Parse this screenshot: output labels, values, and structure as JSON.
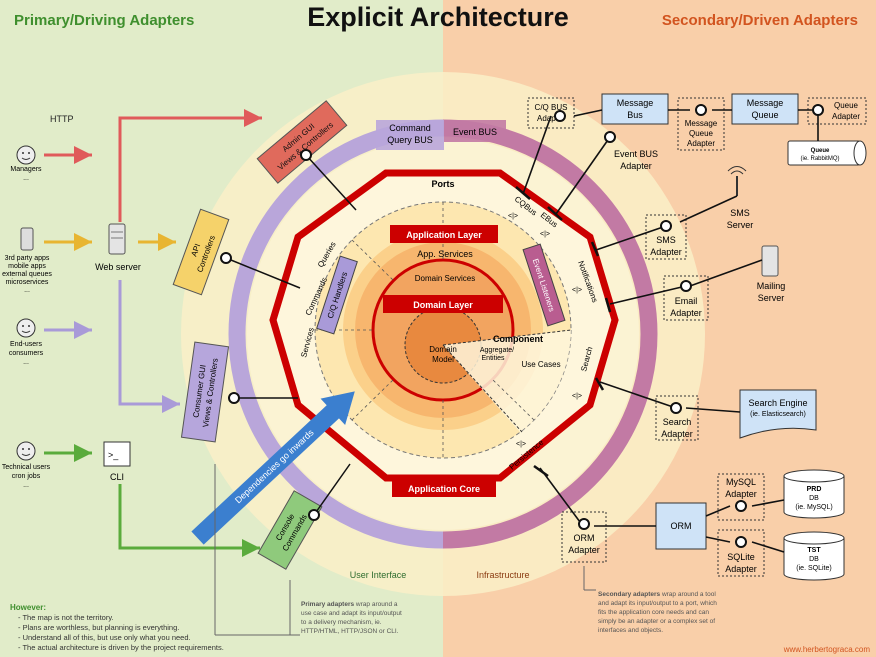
{
  "title": "Explicit Architecture",
  "left_heading": "Primary/Driving Adapters",
  "right_heading": "Secondary/Driven Adapters",
  "colors": {
    "left_bg": "#e1ecc9",
    "right_bg": "#f9cfa9",
    "left_heading": "#3f8f2e",
    "right_heading": "#d2541f",
    "ring_purple_left": "#b9a6da",
    "ring_purple_right": "#c27aa4",
    "red": "#cc0000",
    "arrow_blue": "#3b7fcf"
  },
  "actors": {
    "http_label": "HTTP",
    "managers": [
      "Managers",
      "..."
    ],
    "third_party": [
      "3rd party apps",
      "mobile apps",
      "external queues",
      "microservices",
      "..."
    ],
    "end_users": [
      "End-users",
      "consumers",
      "..."
    ],
    "technical": [
      "Technical users",
      "cron jobs",
      "..."
    ],
    "web_server": "Web server",
    "cli": "CLI"
  },
  "primary_adapters": {
    "admin_gui": [
      "Admin GUI",
      "Views & Controllers"
    ],
    "api": [
      "API",
      "Controllers"
    ],
    "consumer_gui": [
      "Consumer GUI",
      "Views & Controllers"
    ],
    "console": [
      "Console",
      "Commands"
    ]
  },
  "buses": {
    "command_query": [
      "Command",
      "Query BUS"
    ],
    "event": "Event BUS"
  },
  "core": {
    "ports": "Ports",
    "cqbus": "CQBus",
    "ebus": "EBus",
    "notifications": "Notifications",
    "search": "Search",
    "persistence": "Persistence",
    "services": "Services",
    "commands": "Commands",
    "queries": "Queries",
    "cq_handlers": "C/Q Handlers",
    "event_listeners": "Event Listeners",
    "application_layer": "Application Layer",
    "app_services": "App. Services",
    "domain_services": "Domain Services",
    "domain_layer": "Domain Layer",
    "domain_model": [
      "Domain",
      "Model"
    ],
    "component": "Component",
    "aggregate": [
      "Aggregate/",
      "Entities"
    ],
    "use_cases": "Use Cases",
    "application_core": "Application Core",
    "arrow_symbol": "<|>"
  },
  "dependencies_arrow": "Dependencies go inwards",
  "user_interface": "User Interface",
  "infrastructure": "Infrastructure",
  "secondary": {
    "cq_bus_adapter": [
      "C/Q BUS",
      "Adapter"
    ],
    "message_bus": [
      "Message",
      "Bus"
    ],
    "message_queue_adapter": [
      "Message",
      "Queue",
      "Adapter"
    ],
    "message_queue": [
      "Message",
      "Queue"
    ],
    "queue_adapter": [
      "Queue",
      "Adapter"
    ],
    "queue_db": [
      "Queue",
      "(ie. RabbitMQ)"
    ],
    "event_bus_adapter": [
      "Event BUS",
      "Adapter"
    ],
    "sms_server": [
      "SMS",
      "Server"
    ],
    "sms_adapter": [
      "SMS",
      "Adapter"
    ],
    "mailing_server": [
      "Mailing",
      "Server"
    ],
    "email_adapter": [
      "Email",
      "Adapter"
    ],
    "search_engine": [
      "Search Engine",
      "(ie. Elasticsearch)"
    ],
    "search_adapter": [
      "Search",
      "Adapter"
    ],
    "mysql_adapter": [
      "MySQL",
      "Adapter"
    ],
    "prd_db": [
      "PRD",
      "DB",
      "(ie. MySQL)"
    ],
    "orm": "ORM",
    "orm_adapter": [
      "ORM",
      "Adapter"
    ],
    "sqlite_adapter": [
      "SQLite",
      "Adapter"
    ],
    "tst_db": [
      "TST",
      "DB",
      "(ie. SQLite)"
    ]
  },
  "notes": {
    "however_title": "However:",
    "however_items": [
      "- The map is not the territory.",
      "- Plans are worthless, but planning is everything.",
      "- Understand all of this, but use only what you need.",
      "- The actual architecture is driven by the project requirements."
    ],
    "primary_note_bold": "Primary adapters",
    "primary_note": [
      " wrap around a",
      "use case and adapt its input/output",
      "to a delivery mechanism, ie.",
      "HTTP/HTML, HTTP/JSON or CLI."
    ],
    "secondary_note_bold": "Secondary adapters",
    "secondary_note": [
      " wrap around a tool",
      "and adapt its input/output to a port, which",
      "fits the application core needs and can",
      "simply be an adapter or a complex set of",
      "interfaces and objects."
    ],
    "credit": "www.herbertograca.com"
  }
}
